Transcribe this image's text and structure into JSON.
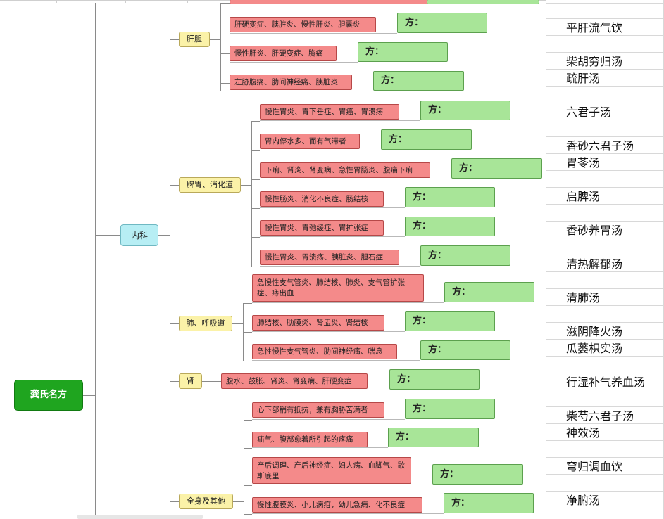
{
  "root": {
    "label": "龚氏名方"
  },
  "branch": {
    "label": "内科"
  },
  "categories": [
    {
      "label": "肝胆"
    },
    {
      "label": "脾胃、消化道"
    },
    {
      "label": "肺、呼吸道"
    },
    {
      "label": "肾"
    },
    {
      "label": "全身及其他"
    }
  ],
  "prefix": "方：",
  "items": [
    {
      "condition": "肝硬变症、胰脏炎、慢性肝炎、胆囊炎"
    },
    {
      "condition": "慢性肝炎、肝硬变症、胸痛"
    },
    {
      "condition": "左胁腹痛、肋间神经痛、胰脏炎"
    },
    {
      "condition": "慢性胃炎、胃下垂症、胃癌、胃溃疡"
    },
    {
      "condition": "胃内停水多、而有气滞者"
    },
    {
      "condition": "下痢、肾炎、肾变病、急性胃肠炎、腹痛下痢"
    },
    {
      "condition": "慢性肠炎、消化不良症、肠结核"
    },
    {
      "condition": "慢性胃炎、胃弛缓症、胃扩张症"
    },
    {
      "condition": "慢性胃炎、胃溃疡、胰脏炎、胆石症"
    },
    {
      "condition": "急慢性支气管炎、肺结核、肺炎、支气管扩张症、痔出血"
    },
    {
      "condition": "肺结核、肋膜炎、肾盂炎、肾结核"
    },
    {
      "condition": "急性慢性支气管炎、肋间神经痛、喘息"
    },
    {
      "condition": "腹水、鼓胀、肾炎、肾变病、肝硬变症"
    },
    {
      "condition": "心下部稍有抵抗，兼有胸胁苦满者"
    },
    {
      "condition": "疝气、腹部愈着所引起的疼痛"
    },
    {
      "condition": "产后调理、产后神经症、妇人病、血脚气、歇斯底里"
    },
    {
      "condition": "慢性腹膜炎、小儿病疳，幼儿急病、化不良症"
    }
  ],
  "formulas": [
    "平肝流气饮",
    "柴胡穷归汤",
    "疏肝汤",
    "六君子汤",
    "香砂六君子汤",
    "胃苓汤",
    "启脾汤",
    "香砂养胃汤",
    "清热解郁汤",
    "清肺汤",
    "滋阴降火汤",
    "瓜蒌枳实汤",
    "行湿补气养血汤",
    "柴芍六君子汤",
    "神效汤",
    "穹归调血饮",
    "净腑汤"
  ]
}
